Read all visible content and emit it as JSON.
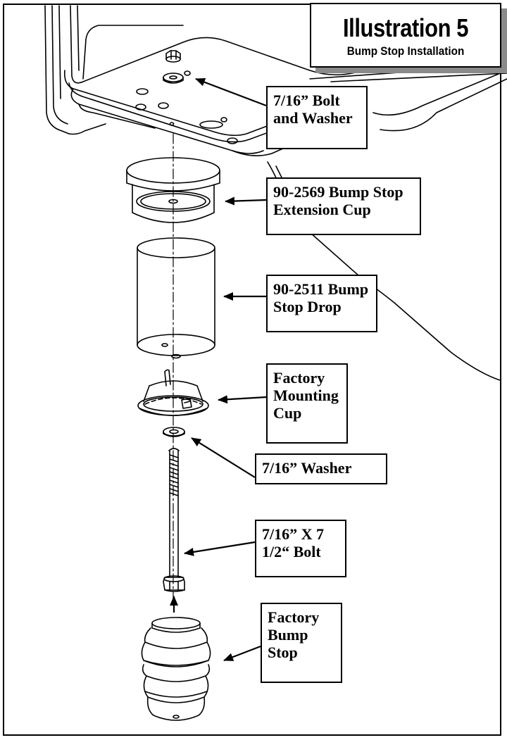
{
  "title": {
    "main": "Illustration 5",
    "sub": "Bump Stop Installation"
  },
  "callouts": {
    "bolt_washer": "7/16” Bolt\nand Washer",
    "extension_cup": "90-2569 Bump Stop\nExtension Cup",
    "bump_stop_drop": "90-2511 Bump\nStop Drop",
    "mounting_cup": "Factory\nMounting\nCup",
    "washer": "7/16” Washer",
    "long_bolt": "7/16” X 7\n1/2“ Bolt",
    "factory_bump_stop": "Factory\nBump\nStop"
  },
  "colors": {
    "line": "#000000",
    "title_shadow": "#8a8a8a"
  }
}
